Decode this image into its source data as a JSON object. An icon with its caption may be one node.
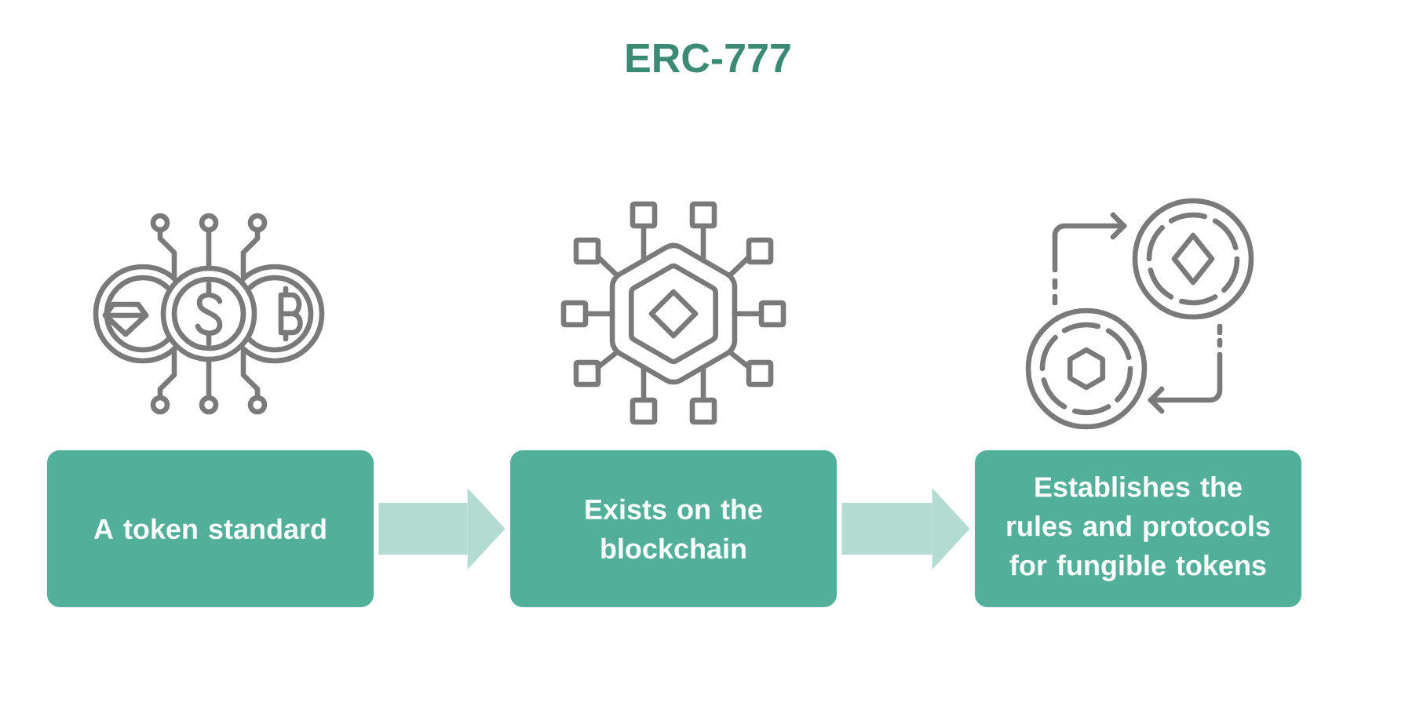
{
  "diagram": {
    "title": "ERC-777",
    "nodes": [
      {
        "text": [
          "A token standard"
        ]
      },
      {
        "text": [
          "Exists on the blockchain"
        ]
      },
      {
        "text": [
          "Establishes the rules and protocols for fungible tokens"
        ]
      }
    ],
    "edges": [
      {
        "from": 0,
        "to": 1,
        "arrow": "to"
      },
      {
        "from": 1,
        "to": 2,
        "arrow": "to"
      }
    ]
  }
}
